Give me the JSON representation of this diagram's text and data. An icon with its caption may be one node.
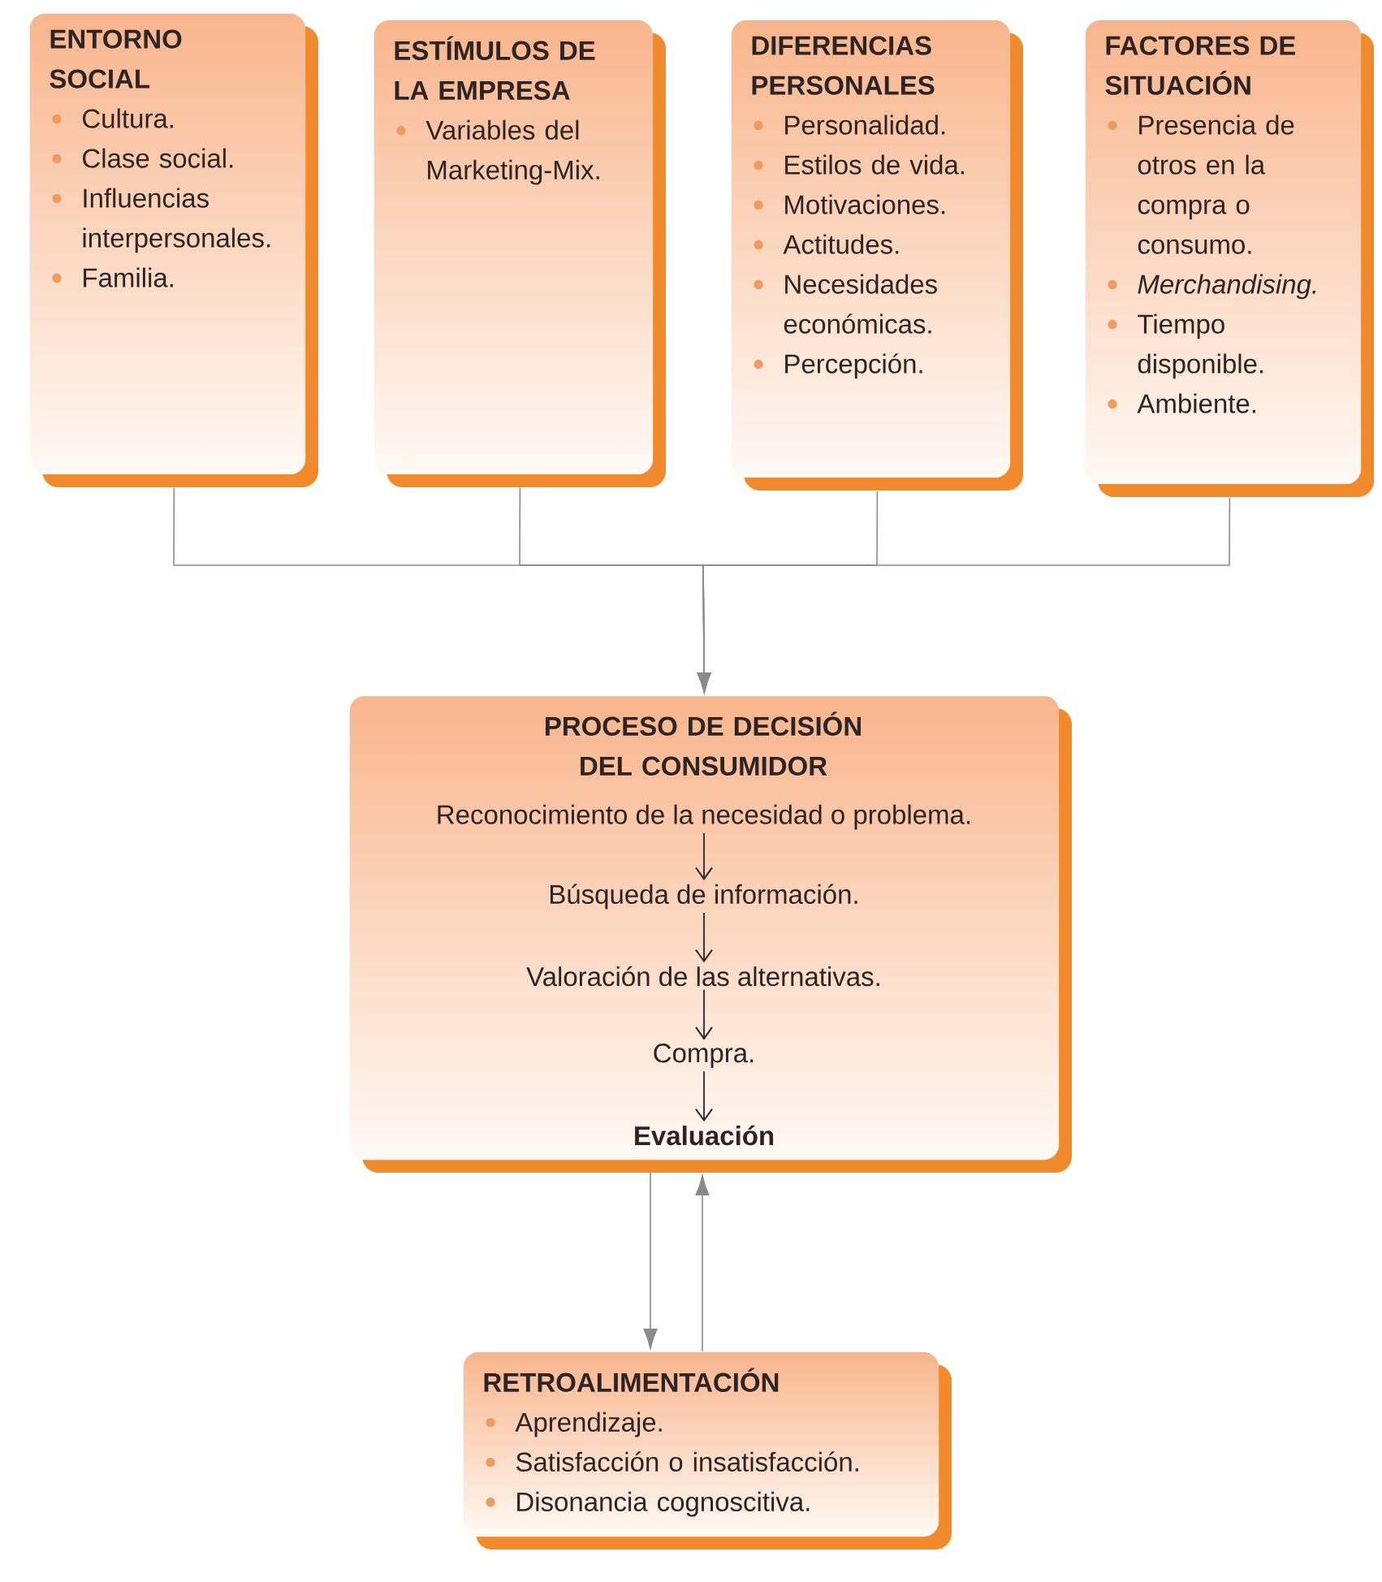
{
  "diagram": {
    "nodes": [
      {
        "text": [
          "ENTORNO SOCIAL",
          "Cultura.",
          "Clase social.",
          "Influencias interpersonales.",
          "Familia."
        ]
      },
      {
        "text": [
          "ESTÍMULOS DE LA EMPRESA",
          "Variables del Marketing-Mix."
        ]
      },
      {
        "text": [
          "DIFERENCIAS PERSONALES",
          "Personalidad.",
          "Estilos de vida.",
          "Motivaciones.",
          "Actitudes.",
          "Necesidades económicas.",
          "Percepción."
        ]
      },
      {
        "text": [
          "FACTORES DE SITUACIÓN",
          "Presencia de otros en la compra o consumo.",
          "*Merchandising.*",
          "Tiempo disponible.",
          "Ambiente."
        ]
      },
      {
        "text": [
          "PROCESO DE DECISIÓN DEL CONSUMIDOR"
        ]
      },
      {
        "text": [
          "Reconocimiento de la necesidad o problema."
        ],
        "in": 4
      },
      {
        "text": [
          "Búsqueda de información."
        ],
        "in": 4
      },
      {
        "text": [
          "Valoración de las alternativas."
        ],
        "in": 4
      },
      {
        "text": [
          "Compra."
        ],
        "in": 4
      },
      {
        "text": [
          "Evaluación"
        ],
        "in": 4
      },
      {
        "text": [
          "RETROALIMENTACIÓN",
          "Aprendizaje.",
          "Satisfacción o insatisfacción.",
          "Disonancia cognoscitiva."
        ]
      }
    ],
    "edges": [
      {
        "from": 0,
        "to": 4,
        "arrow": "to"
      },
      {
        "from": 1,
        "to": 4,
        "arrow": "to"
      },
      {
        "from": 2,
        "to": 4,
        "arrow": "to"
      },
      {
        "from": 3,
        "to": 4,
        "arrow": "to"
      },
      {
        "from": 5,
        "to": 6,
        "arrow": "to",
        "color": "#2e2424"
      },
      {
        "from": 6,
        "to": 7,
        "arrow": "to",
        "color": "#2e2424"
      },
      {
        "from": 7,
        "to": 8,
        "arrow": "to",
        "color": "#2e2424"
      },
      {
        "from": 8,
        "to": 9,
        "arrow": "to",
        "color": "#2e2424"
      },
      {
        "from": 4,
        "to": 10,
        "arrow": "to"
      },
      {
        "from": 10,
        "to": 4,
        "arrow": "to"
      }
    ]
  }
}
